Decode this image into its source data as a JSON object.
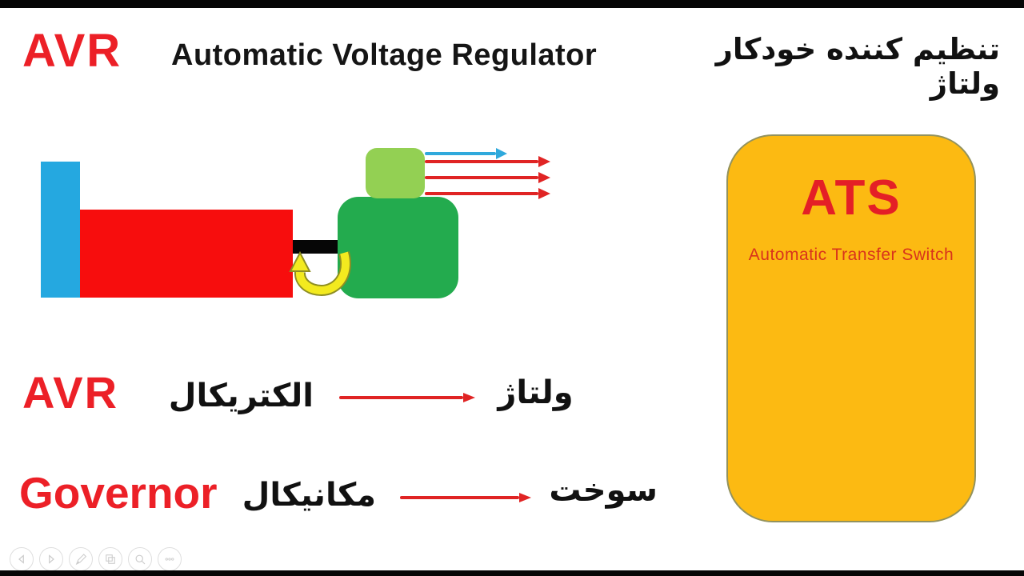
{
  "header": {
    "acronym": "AVR",
    "title_en": "Automatic Voltage Regulator",
    "title_fa": "تنظیم کننده خودکار ولتاژ"
  },
  "diagram": {
    "shapes": [
      "exciter-blue-block",
      "generator-red-block",
      "shaft-black-block",
      "engine-green-block",
      "avr-light-green-block",
      "rotation-yellow-arrow"
    ],
    "output_arrows": {
      "blue": 1,
      "red": 3
    }
  },
  "ats_card": {
    "acronym": "ATS",
    "subtitle": "Automatic Transfer Switch"
  },
  "rows": [
    {
      "label_en": "AVR",
      "type_fa": "الکتریکال",
      "controls_fa": "ولتاژ"
    },
    {
      "label_en": "Governor",
      "type_fa": "مکانیکال",
      "controls_fa": "سوخت"
    }
  ],
  "toolbar": {
    "buttons": [
      {
        "icon": "previous-triangle-icon"
      },
      {
        "icon": "next-triangle-icon"
      },
      {
        "icon": "pencil-icon"
      },
      {
        "icon": "slides-overview-icon"
      },
      {
        "icon": "magnifier-icon"
      },
      {
        "icon": "ellipsis-icon"
      }
    ]
  },
  "colors": {
    "black": "#060606",
    "red_text": "#EC2027",
    "red_shape": "#F70D0D",
    "red_arrow": "#E02424",
    "blue_rect": "#25A8E0",
    "blue_arrow": "#2FA9DC",
    "green_dark": "#23AB4E",
    "green_light": "#93D053",
    "yellow_fill": "#F3EA1F",
    "yellow_stroke": "#8E8E23",
    "amber": "#FCBA12",
    "amber_border": "#92925E",
    "ats_title": "#E41F26",
    "ats_subtitle": "#D8331C",
    "icon_gray": "#CBCBCB",
    "circle_border": "#DEDEDE"
  }
}
